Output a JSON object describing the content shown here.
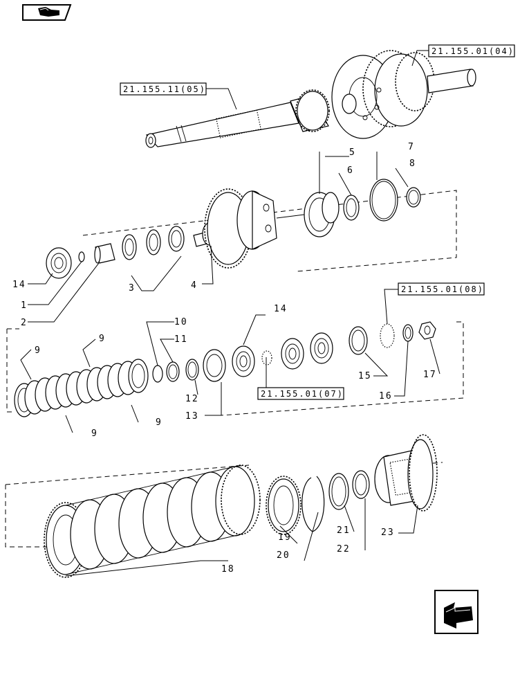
{
  "references": {
    "shaft_assembly": "21.155.11(05)",
    "carrier_assembly": "21.155.01(04)",
    "retaining_group": "21.155.01(08)",
    "bearing_group": "21.155.01(07)"
  },
  "callouts": {
    "c1": "1",
    "c2": "2",
    "c3": "3",
    "c4": "4",
    "c5": "5",
    "c6": "6",
    "c7": "7",
    "c8": "8",
    "c9a": "9",
    "c9b": "9",
    "c9c": "9",
    "c9d": "9",
    "c10": "10",
    "c11": "11",
    "c12": "12",
    "c13": "13",
    "c14a": "14",
    "c14b": "14",
    "c15": "15",
    "c16": "16",
    "c17": "17",
    "c18": "18",
    "c19": "19",
    "c20": "20",
    "c21": "21",
    "c22": "22",
    "c23": "23"
  },
  "icons": {
    "top_left": "book-hand-icon",
    "bottom_right": "back-arrow-icon"
  }
}
